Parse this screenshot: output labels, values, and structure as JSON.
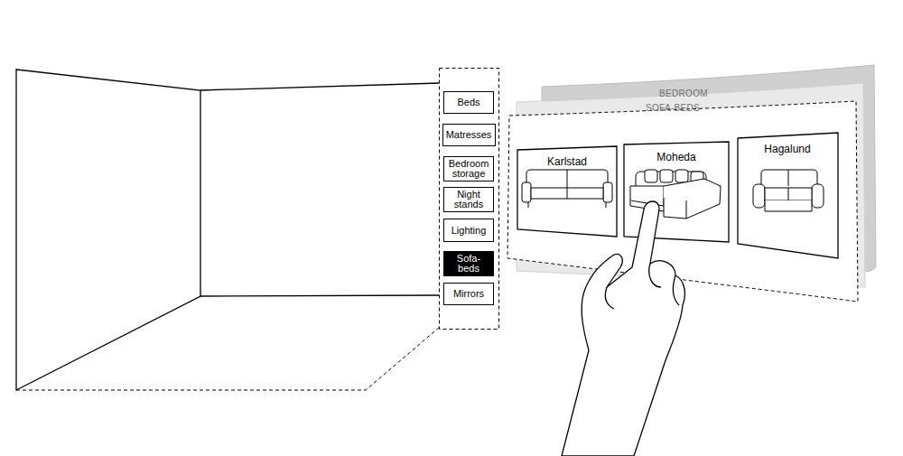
{
  "diagram": {
    "nodes": [
      {
        "text": [
          "Beds"
        ]
      },
      {
        "text": [
          "Matresses"
        ]
      },
      {
        "text": [
          "Bedroom storage"
        ]
      },
      {
        "text": [
          "Night stands"
        ]
      },
      {
        "text": [
          "Lighting"
        ]
      },
      {
        "text": [
          "Sofa-beds"
        ]
      },
      {
        "text": [
          "Mirrors"
        ]
      },
      {
        "text": [
          "BEDROOM"
        ]
      },
      {
        "text": [
          "SOFA-BEDS"
        ]
      },
      {
        "text": [
          "Karlstad"
        ]
      },
      {
        "text": [
          "Moheda"
        ]
      },
      {
        "text": [
          "Hagalund"
        ]
      }
    ]
  }
}
